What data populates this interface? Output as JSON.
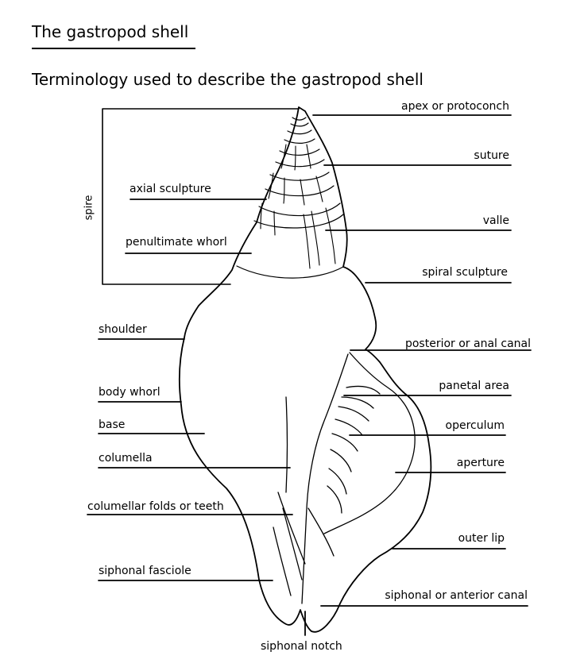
{
  "title": "The gastropod shell",
  "subtitle": "Terminology used to describe the gastropod shell",
  "labels": {
    "apex": "apex or protoconch",
    "suture": "suture",
    "axial_sculpture": "axial sculpture",
    "valle": "valle",
    "penultimate_whorl": "penultimate whorl",
    "spiral_sculpture": "spiral sculpture",
    "shoulder": "shoulder",
    "posterior_canal": "posterior or anal canal",
    "body_whorl": "body whorl",
    "panetal_area": "panetal area",
    "base": "base",
    "operculum": "operculum",
    "columella": "columella",
    "aperture": "aperture",
    "columellar_folds": "columellar folds or teeth",
    "outer_lip": "outer lip",
    "siphonal_fasciole": "siphonal fasciole",
    "siphonal_canal": "siphonal or anterior canal",
    "siphonal_notch": "siphonal notch",
    "spire": "spire"
  }
}
